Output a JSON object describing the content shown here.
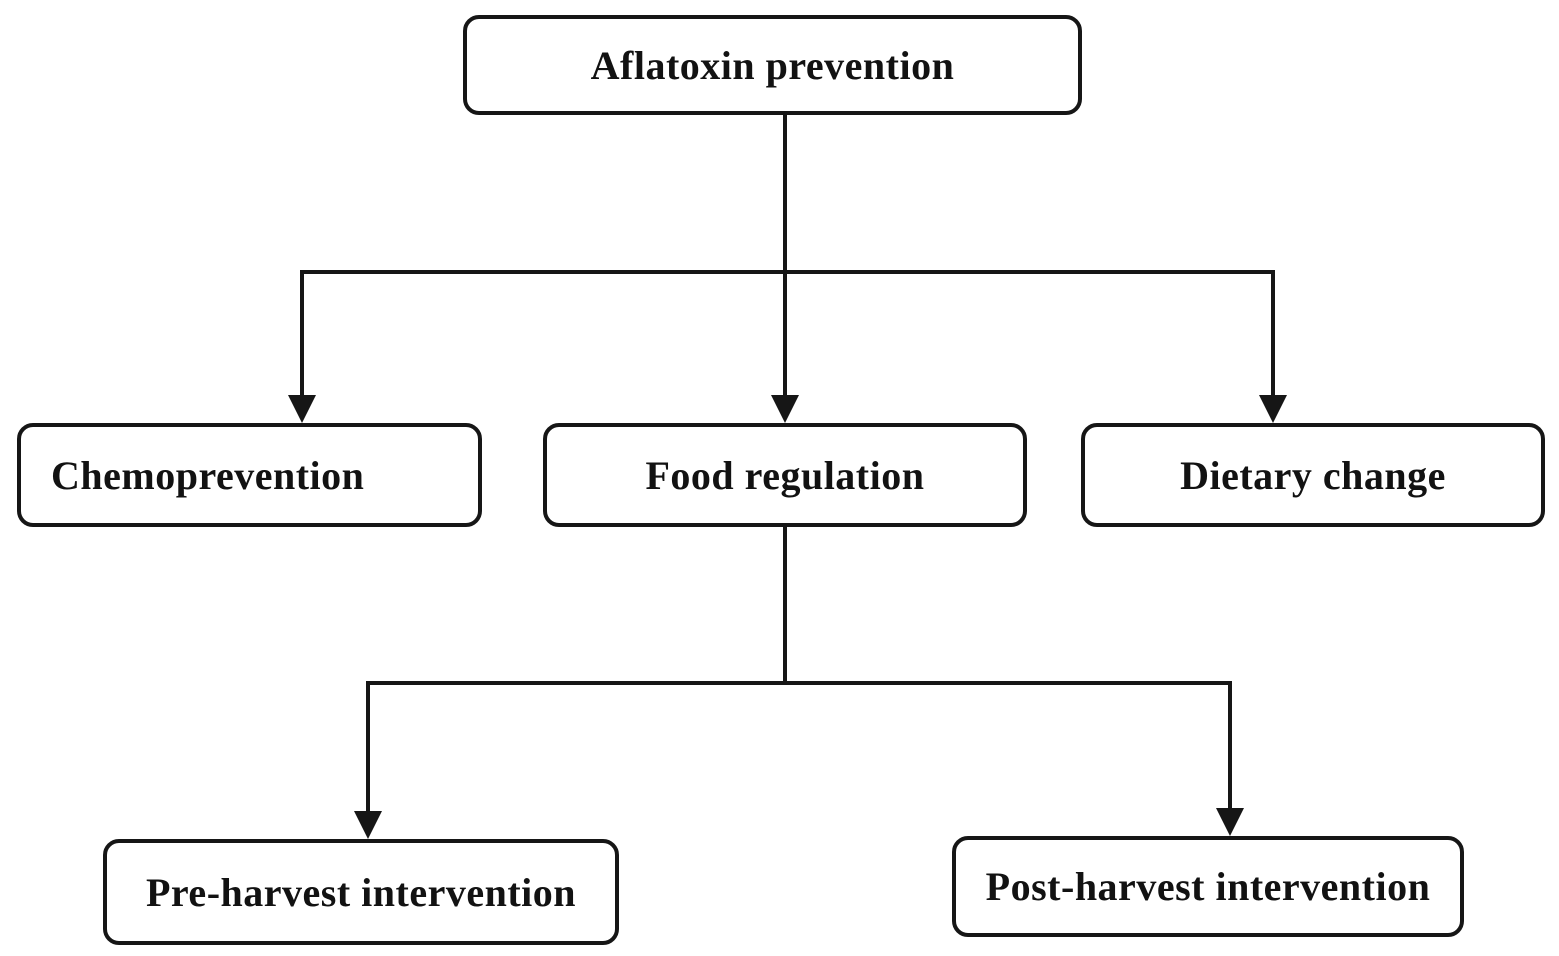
{
  "diagram": {
    "type": "flowchart",
    "background_color": "#ffffff",
    "line_color": "#161616",
    "box_fill": "#ffffff",
    "box_border_color": "#161616",
    "text_color": "#121212",
    "nodes": [
      {
        "id": "aflatoxin-prevention",
        "label": "Aflatoxin prevention",
        "level": 1
      },
      {
        "id": "chemoprevention",
        "label": "Chemoprevention",
        "level": 2
      },
      {
        "id": "food-regulation",
        "label": "Food regulation",
        "level": 2
      },
      {
        "id": "dietary-change",
        "label": "Dietary change",
        "level": 2
      },
      {
        "id": "pre-harvest",
        "label": "Pre-harvest intervention",
        "level": 3
      },
      {
        "id": "post-harvest",
        "label": "Post-harvest intervention",
        "level": 3
      }
    ],
    "edges": [
      {
        "from": "aflatoxin-prevention",
        "to": "chemoprevention"
      },
      {
        "from": "aflatoxin-prevention",
        "to": "food-regulation"
      },
      {
        "from": "aflatoxin-prevention",
        "to": "dietary-change"
      },
      {
        "from": "food-regulation",
        "to": "pre-harvest"
      },
      {
        "from": "food-regulation",
        "to": "post-harvest"
      }
    ]
  }
}
